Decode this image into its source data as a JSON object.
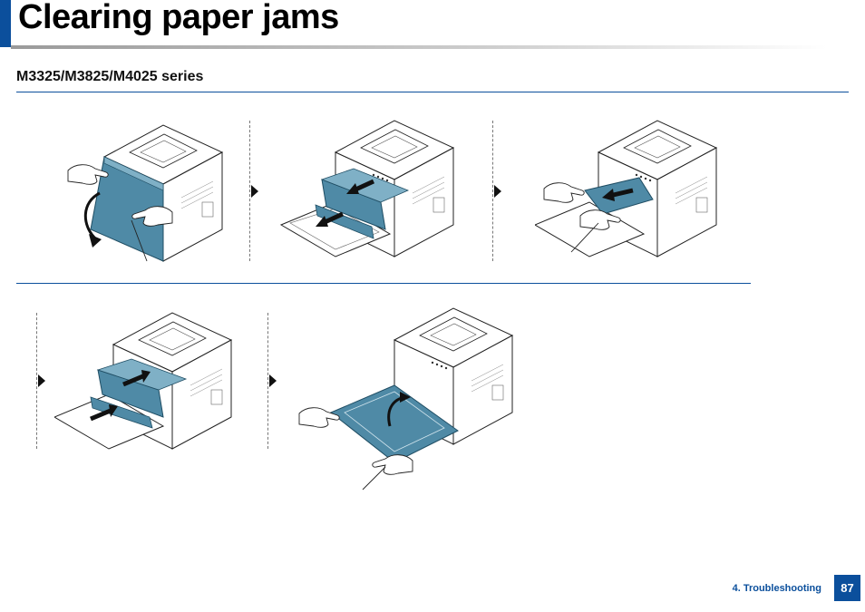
{
  "header": {
    "title": "Clearing paper jams"
  },
  "section": {
    "heading": "M3325/M3825/M4025 series"
  },
  "illustrations": [
    {
      "name": "open-front-cover"
    },
    {
      "name": "remove-toner-cartridge"
    },
    {
      "name": "pull-out-jammed-paper"
    },
    {
      "name": "reinsert-toner-cartridge"
    },
    {
      "name": "close-front-cover"
    }
  ],
  "colors": {
    "accent": "#0b4f9c",
    "highlight": "#4f8aa6"
  },
  "footer": {
    "label": "4. Troubleshooting",
    "page": "87"
  }
}
